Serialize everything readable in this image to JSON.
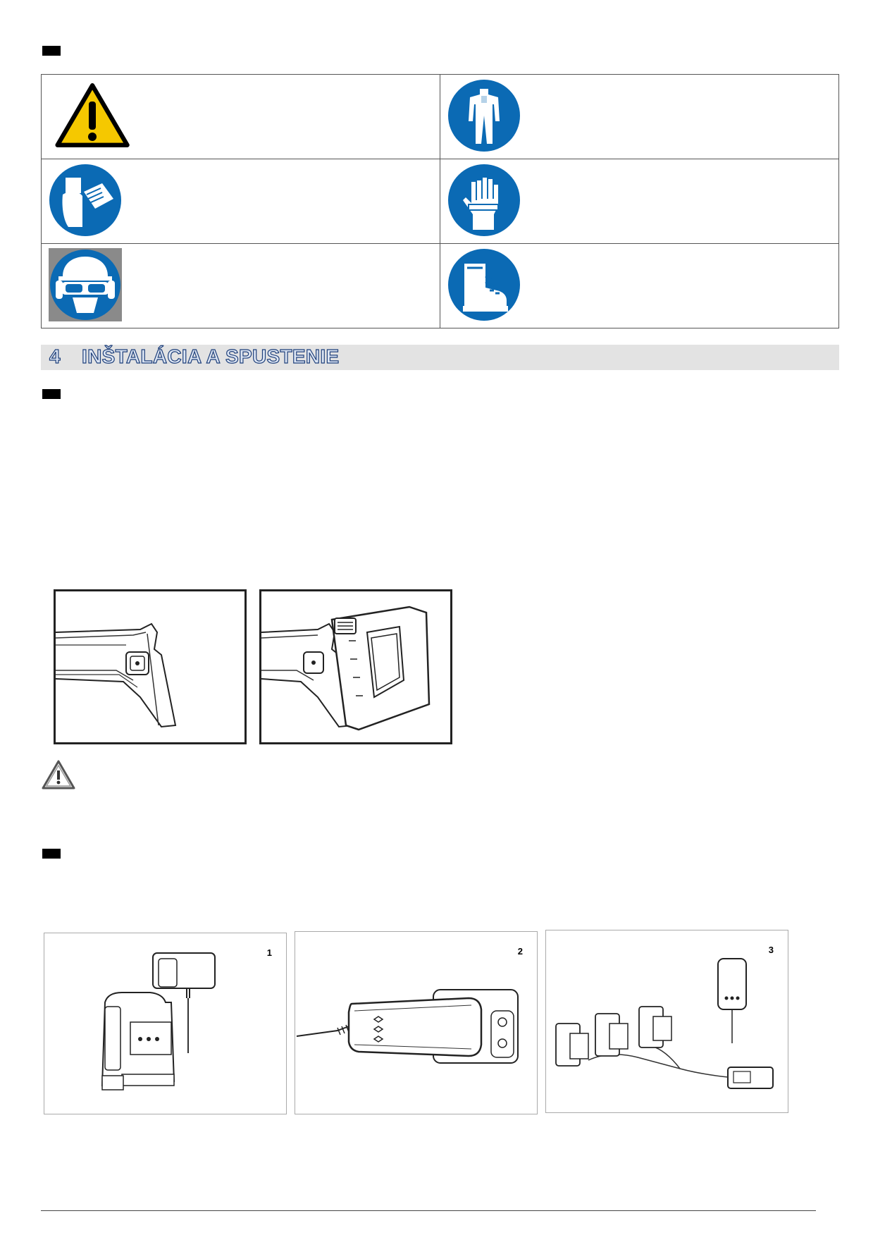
{
  "section": {
    "number": "4",
    "title": "INŠTALÁCIA A SPUSTENIE"
  },
  "safety_icons": [
    {
      "name": "general-warning-icon",
      "color": "#f5c800"
    },
    {
      "name": "protective-clothing-icon",
      "color": "#0b6ab4"
    },
    {
      "name": "read-manual-icon",
      "color": "#0b6ab4"
    },
    {
      "name": "protective-gloves-icon",
      "color": "#0b6ab4"
    },
    {
      "name": "helmet-goggles-ear-protection-icon",
      "color": "#0b6ab4"
    },
    {
      "name": "safety-boots-icon",
      "color": "#0b6ab4"
    }
  ],
  "charging_figures": {
    "labels": [
      "1",
      "2",
      "3"
    ]
  }
}
